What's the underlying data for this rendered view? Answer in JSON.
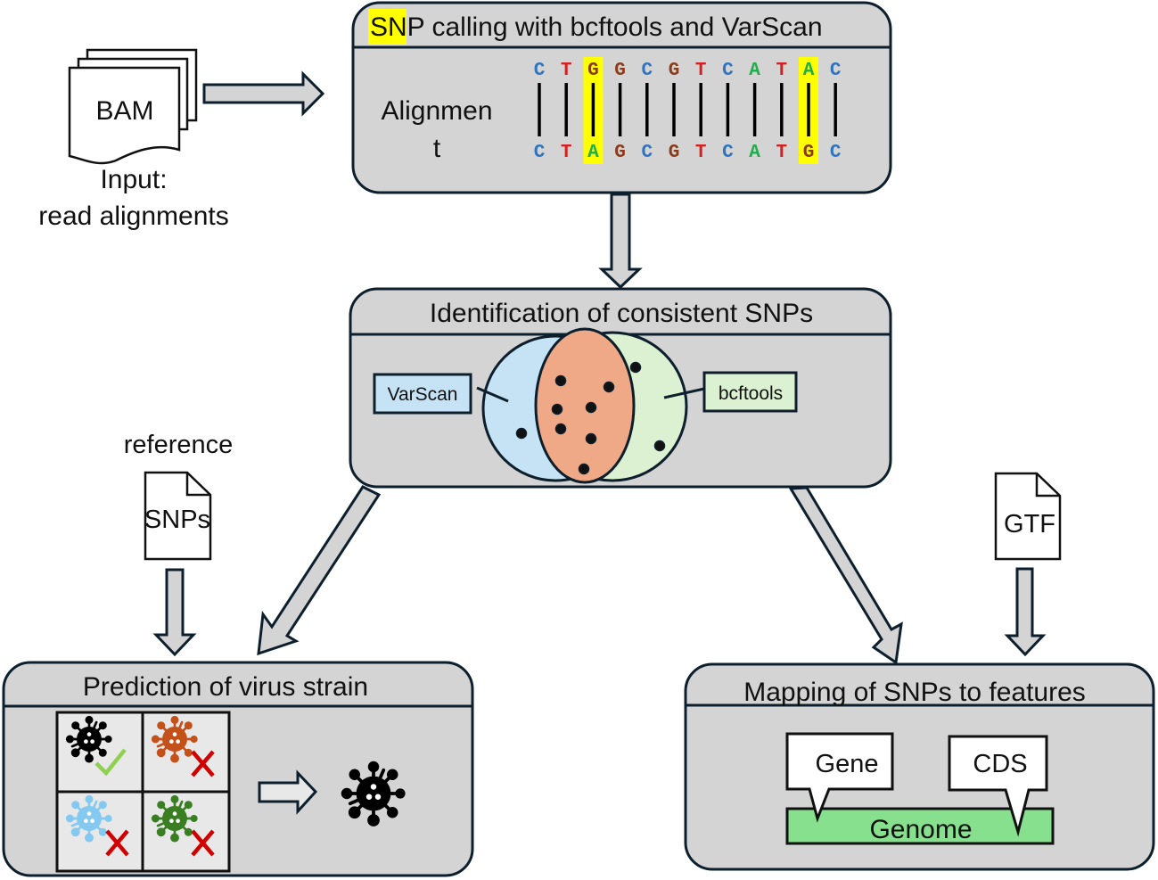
{
  "input": {
    "file_label": "BAM",
    "caption_line1": "Input:",
    "caption_line2": "read alignments"
  },
  "snp_calling": {
    "title_highlight": "SNP",
    "title_rest": " calling with bcftools and VarScan",
    "alignment_label_line1": "Alignmen",
    "alignment_label_line2": "t",
    "top_sequence": [
      "C",
      "T",
      "G",
      "G",
      "C",
      "G",
      "T",
      "C",
      "A",
      "T",
      "A",
      "C"
    ],
    "bottom_sequence": [
      "C",
      "T",
      "A",
      "G",
      "C",
      "G",
      "T",
      "C",
      "A",
      "T",
      "G",
      "C"
    ],
    "snp_positions": [
      2,
      10
    ],
    "base_colors": {
      "A": "#1fae4b",
      "C": "#2e74c0",
      "G": "#8b3a1a",
      "T": "#d42020"
    },
    "highlight_color": "#ffff00"
  },
  "consistent": {
    "title": "Identification of consistent SNPs",
    "left_label": "VarScan",
    "right_label": "bcftools",
    "left_color": "#c5e3f4",
    "right_color": "#dcf1d2",
    "overlap_color": "#f0a987"
  },
  "reference": {
    "caption": "reference",
    "file_label": "SNPs"
  },
  "gtf": {
    "file_label": "GTF"
  },
  "prediction": {
    "title": "Prediction of virus strain",
    "strains": [
      {
        "color": "#000000",
        "result": "match"
      },
      {
        "color": "#c4501a",
        "result": "mismatch"
      },
      {
        "color": "#84c9ef",
        "result": "mismatch"
      },
      {
        "color": "#3a7e22",
        "result": "mismatch"
      }
    ],
    "predicted_color": "#000000",
    "check_color": "#8dd14f",
    "cross_color": "#d00000"
  },
  "mapping": {
    "title": "Mapping of SNPs to features",
    "callout1": "Gene",
    "callout2": "CDS",
    "genome_label": "Genome",
    "genome_color": "#86e08e"
  }
}
